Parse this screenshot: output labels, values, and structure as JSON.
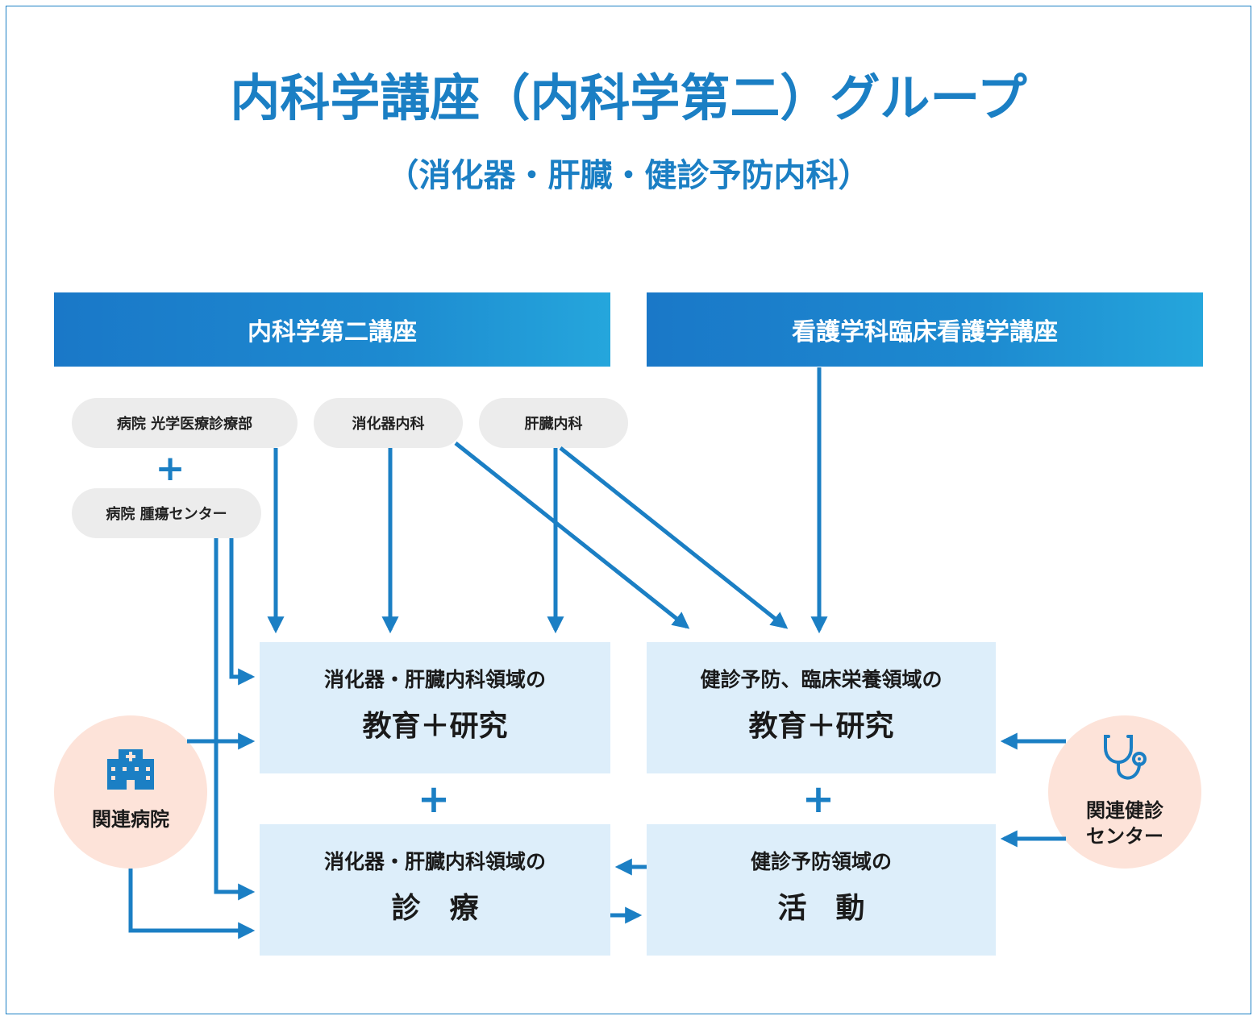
{
  "title": "内科学講座（内科学第二）グループ",
  "subtitle": "（消化器・肝臓・健診予防内科）",
  "bands": {
    "left": "内科学第二講座",
    "right": "看護学科臨床看護学講座"
  },
  "pills": {
    "optical": "病院 光学医療診療部",
    "tumor": "病院 腫瘍センター",
    "gastro": "消化器内科",
    "liver": "肝臓内科"
  },
  "plus_sign": "+",
  "boxes": {
    "edu_left": {
      "line1": "消化器・肝臓内科領域の",
      "line2": "教育＋研究"
    },
    "edu_right": {
      "line1": "健診予防、臨床栄養領域の",
      "line2": "教育＋研究"
    },
    "care_left": {
      "line1": "消化器・肝臓内科領域の",
      "line2": "診　療"
    },
    "care_right": {
      "line1": "健診予防領域の",
      "line2": "活　動"
    }
  },
  "circles": {
    "hospital": {
      "label": "関連病院",
      "icon": "hospital-building-icon"
    },
    "checkup": {
      "label_line1": "関連健診",
      "label_line2": "センター",
      "icon": "stethoscope-icon"
    }
  },
  "colors": {
    "accent": "#1b7fc4",
    "band_start": "#1a78c8",
    "band_end": "#25a6dc",
    "pill_bg": "#ececec",
    "box_bg": "#ddeefa",
    "circle_bg": "#fde3d9"
  }
}
